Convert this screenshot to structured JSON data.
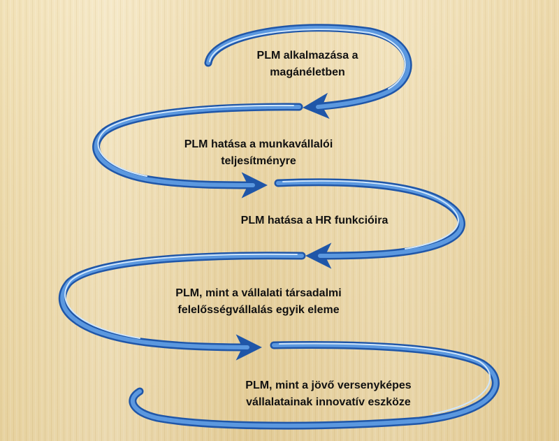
{
  "diagram": {
    "steps": [
      {
        "lines": [
          "PLM alkalmazása a",
          "magánéletben"
        ]
      },
      {
        "lines": [
          "PLM hatása a munkavállalói",
          "teljesítményre"
        ]
      },
      {
        "lines": [
          "PLM hatása a HR funkcióira"
        ]
      },
      {
        "lines": [
          "PLM, mint a vállalati társadalmi",
          "felelősségvállalás egyik eleme"
        ]
      },
      {
        "lines": [
          "PLM, mint a jövő versenyképes",
          "vállalatainak innovatív eszköze"
        ]
      }
    ]
  },
  "colors": {
    "background": "#eedcae",
    "background_stripe": "#d9bf86",
    "arrow_dark": "#1f56a8",
    "arrow_mid": "#4f8fd8",
    "arrow_light": "#bcdaf6",
    "text": "#111111"
  }
}
